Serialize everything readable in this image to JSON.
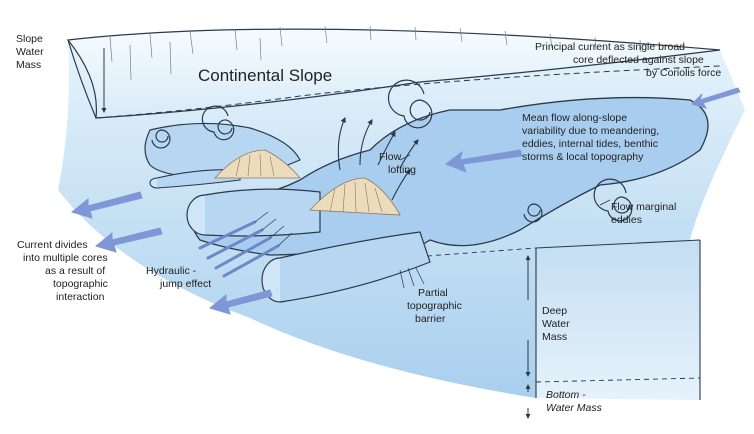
{
  "colors": {
    "water_light": "#dbeefa",
    "water_mid": "#b9daf1",
    "water_deep": "#8fbfe6",
    "flow_fill": "#a9cdee",
    "arrow": "#7f97d6",
    "ink": "#2a3a4a",
    "mound": "#e9d8b6"
  },
  "labels": {
    "continental_slope": "Continental Slope",
    "slope_water_mass": [
      "Slope",
      "Water",
      "Mass"
    ],
    "principal_current": [
      "Principal current as single broad",
      "core deflected against slope",
      "by Coriolis force"
    ],
    "mean_flow": [
      "Mean flow along-slope",
      "variability due to meandering,",
      "eddies, internal tides, benthic",
      "storms & local topography"
    ],
    "flow_lofting": [
      "Flow",
      "lofting"
    ],
    "flow_marginal": [
      "Flow marginal",
      "eddies"
    ],
    "current_divides": [
      "Current divides",
      "into multiple cores",
      "as a result of",
      "topographic",
      "interaction"
    ],
    "hydraulic_jump": [
      "Hydraulic -",
      "jump effect"
    ],
    "partial_barrier": [
      "Partial",
      "topographic",
      "barrier"
    ],
    "deep_water_mass": [
      "Deep",
      "Water",
      "Mass"
    ],
    "bottom_water_mass": [
      "Bottom -",
      "Water Mass"
    ]
  }
}
